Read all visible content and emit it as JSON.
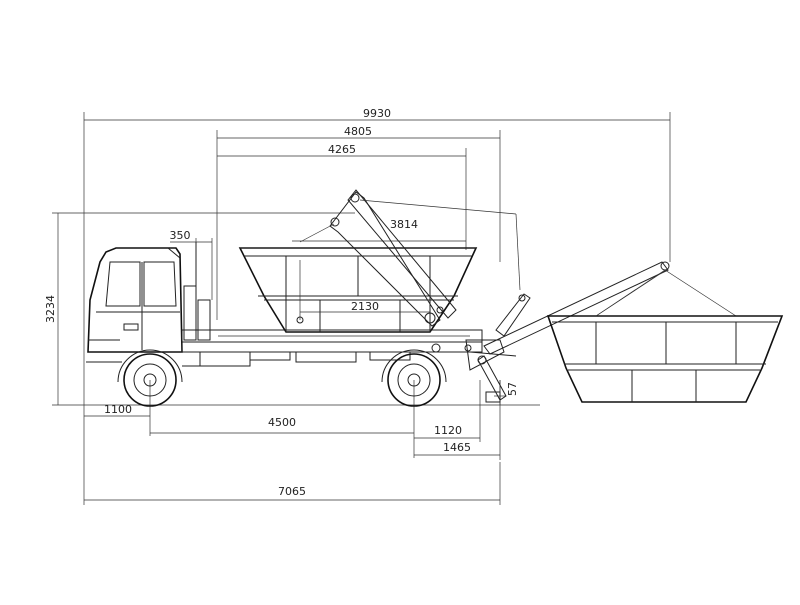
{
  "drawing": {
    "dimensions": {
      "overall_length": "9930",
      "arm_reach": "4805",
      "container_width": "4265",
      "arm_length": "3814",
      "container_height": "2130",
      "cab_gap": "350",
      "overall_height": "3234",
      "front_overhang": "1100",
      "wheelbase": "4500",
      "rear_axle_to_frame_end": "1120",
      "rear_axle_to_stabilizer": "1465",
      "frame_length": "7065",
      "stabilizer_height": "57"
    }
  }
}
